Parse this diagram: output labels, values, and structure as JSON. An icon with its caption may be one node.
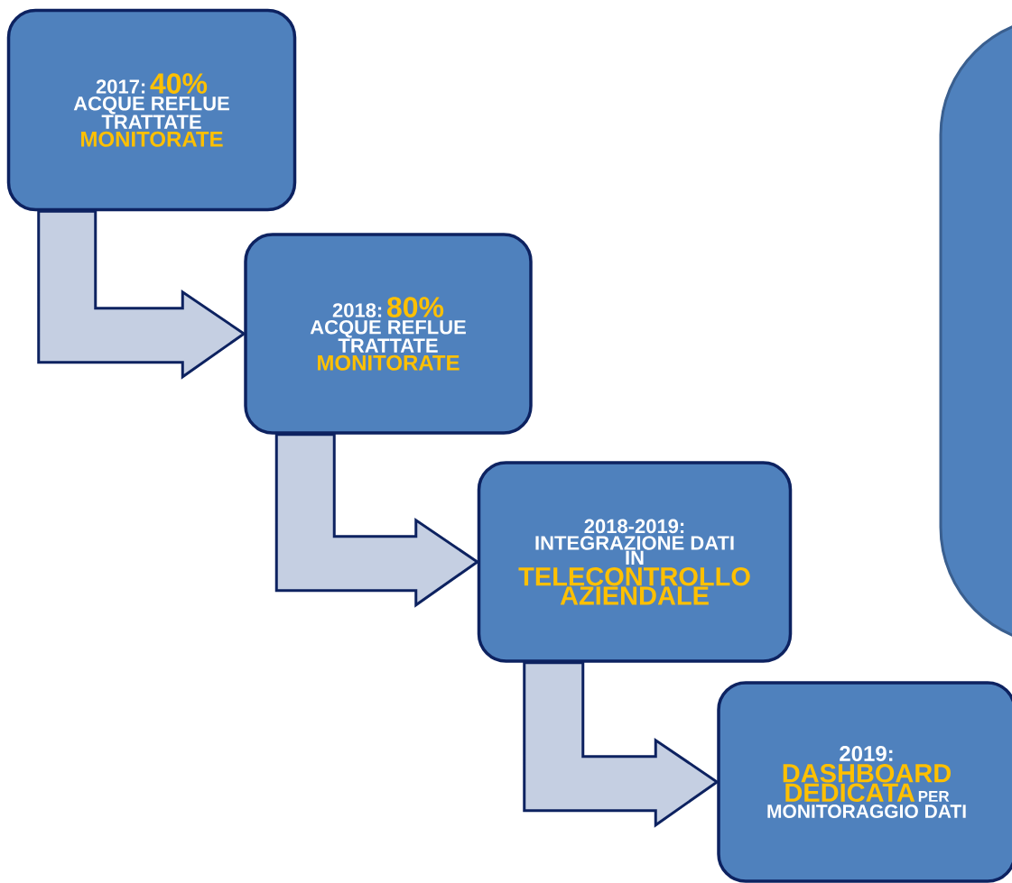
{
  "diagram": {
    "nodes": [
      {
        "text": [
          "2017:",
          "40%",
          "ACQUE REFLUE TRATTATE",
          "MONITORATE"
        ]
      },
      {
        "text": [
          "2018:",
          "80%",
          "ACQUE REFLUE TRATTATE",
          "MONITORATE"
        ]
      },
      {
        "text": [
          "2018-2019:",
          "INTEGRAZIONE DATI IN",
          "TELECONTROLLO AZIENDALE"
        ]
      },
      {
        "text": [
          "2019:",
          "DASHBOARD DEDICATA",
          "PER",
          "MONITORAGGIO DATI"
        ]
      },
      {
        "text": [],
        "shape": "box"
      }
    ],
    "edges": [
      {
        "from": 0,
        "to": 1,
        "arrow": "to"
      },
      {
        "from": 1,
        "to": 2,
        "arrow": "to"
      },
      {
        "from": 2,
        "to": 3,
        "arrow": "to"
      }
    ]
  }
}
